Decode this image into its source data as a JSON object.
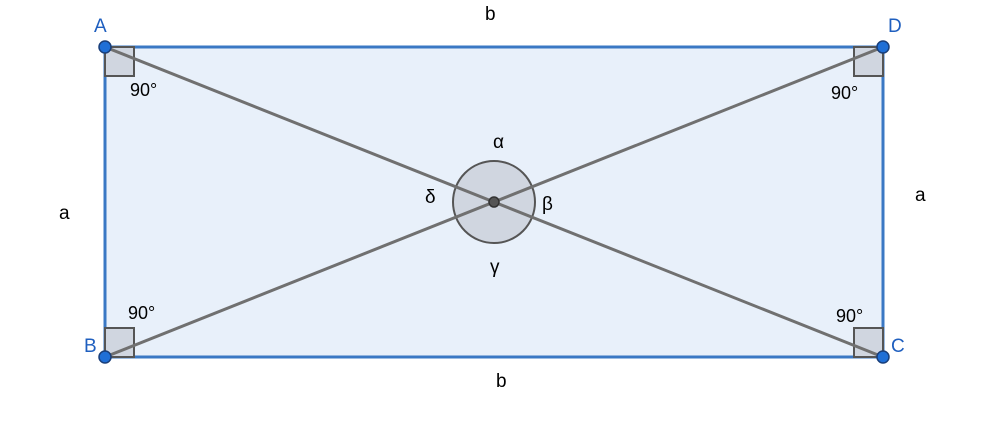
{
  "vertices": {
    "A": "A",
    "B": "B",
    "C": "C",
    "D": "D"
  },
  "sides": {
    "top": "b",
    "bottom": "b",
    "left": "a",
    "right": "a"
  },
  "corner_angles": {
    "A": "90°",
    "B": "90°",
    "C": "90°",
    "D": "90°"
  },
  "center_angles": {
    "alpha": "α",
    "beta": "β",
    "gamma": "γ",
    "delta": "δ"
  },
  "colors": {
    "rectangle_fill": "#e8f0fa",
    "rectangle_stroke": "#3a78c4",
    "vertex_fill": "#1f6fd6",
    "vertex_label": "#1f5fbf",
    "diagonal": "#707070",
    "angle_marker_fill": "#d0d6e0",
    "angle_marker_stroke": "#555555",
    "text": "#000000"
  }
}
